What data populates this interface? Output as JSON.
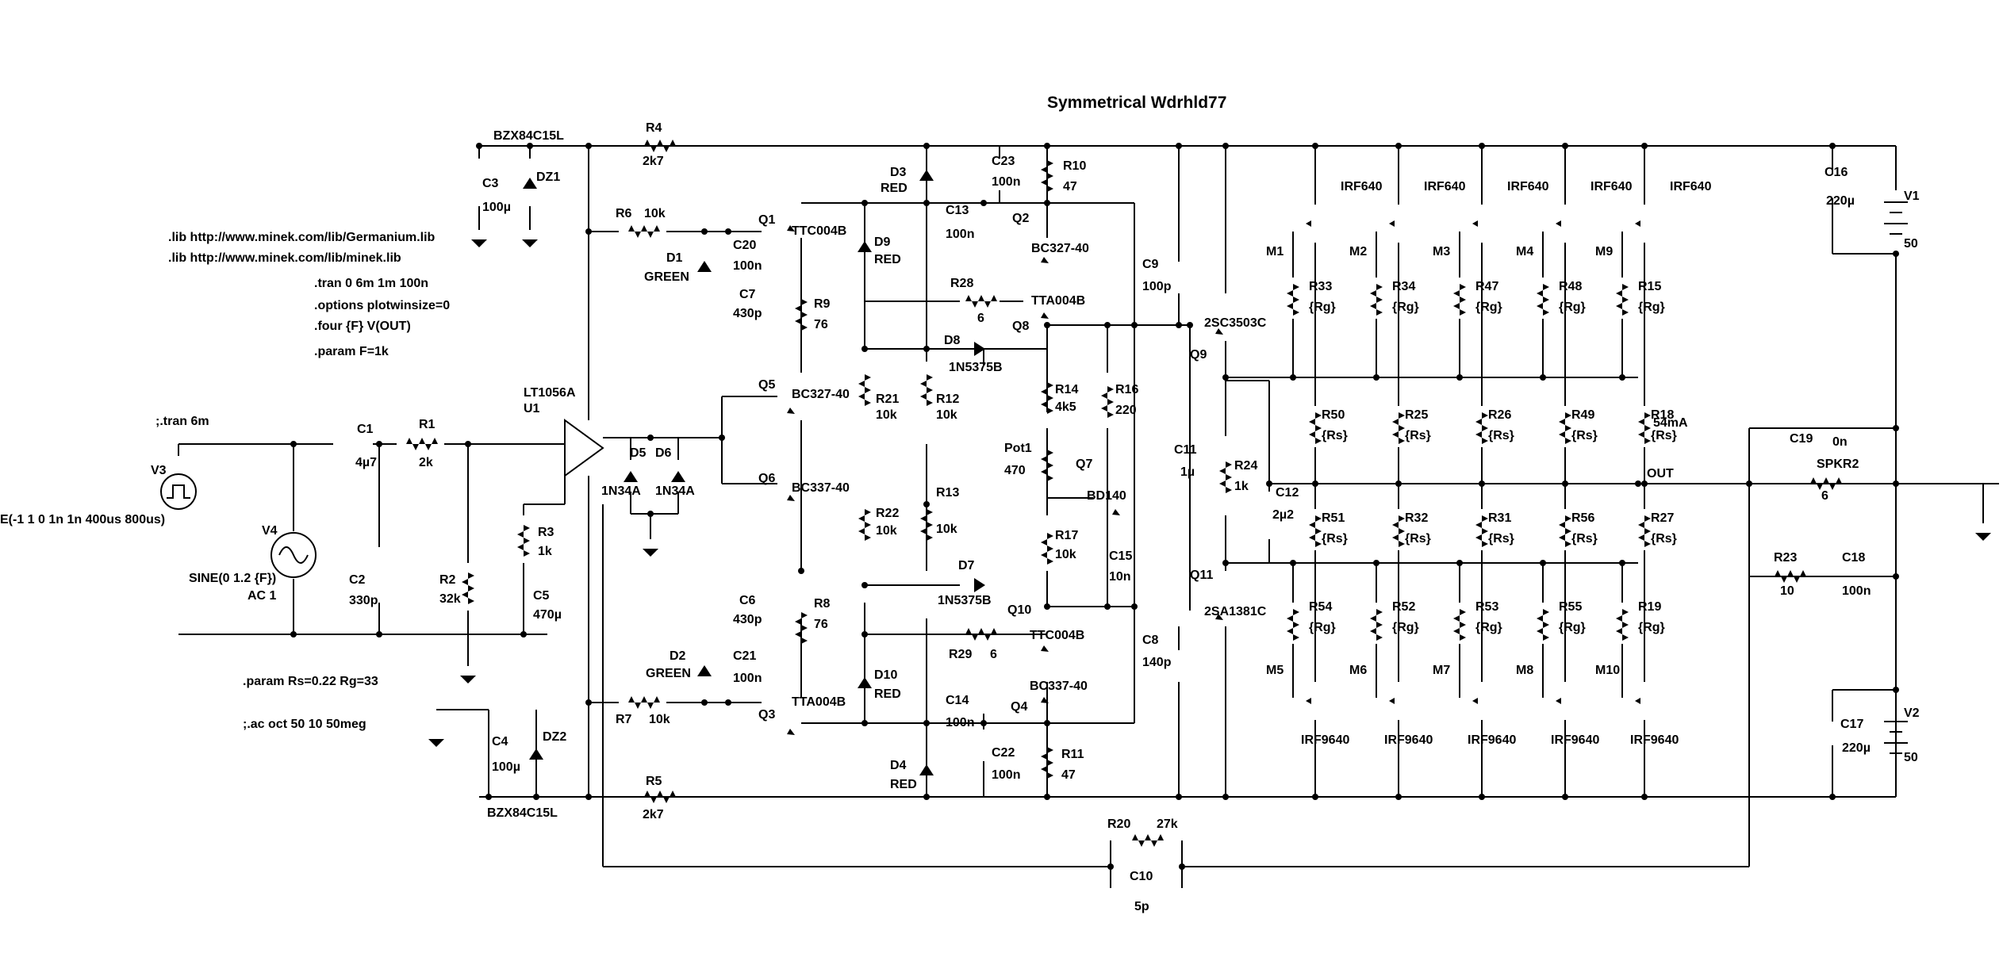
{
  "title": "Symmetrical Wdrhld77",
  "directives": {
    "lib_germanium": ".lib http://www.minek.com/lib/Germanium.lib",
    "lib_minek": ".lib http://www.minek.com/lib/minek.lib",
    "tran": ".tran 0 6m 1m 100n",
    "options": ".options plotwinsize=0",
    "four": ".four {F} V(OUT)",
    "param_f": ".param F=1k",
    "tran_comment": ";.tran 6m",
    "param_rs_rg": ".param Rs=0.22 Rg=33",
    "ac_comment": ";.ac oct 50 10 50meg"
  },
  "sources": {
    "v3_name": "V3",
    "v3_value": "E(-1 1 0 1n 1n 400us 800us)",
    "v4_name": "V4",
    "v4_value": "SINE(0 1.2 {F})",
    "v4_ac": "AC 1",
    "v1_name": "V1",
    "v1_value": "50",
    "v2_name": "V2",
    "v2_value": "50"
  },
  "opamp": {
    "model": "LT1056A",
    "name": "U1"
  },
  "zeners": {
    "dz1_model": "BZX84C15L",
    "dz1_name": "DZ1",
    "dz2_model": "BZX84C15L",
    "dz2_name": "DZ2"
  },
  "resistors": {
    "r1": {
      "name": "R1",
      "value": "2k"
    },
    "r2": {
      "name": "R2",
      "value": "32k"
    },
    "r3": {
      "name": "R3",
      "value": "1k"
    },
    "r4": {
      "name": "R4",
      "value": "2k7"
    },
    "r5": {
      "name": "R5",
      "value": "2k7"
    },
    "r6": {
      "name": "R6",
      "value": "10k"
    },
    "r7": {
      "name": "R7",
      "value": "10k"
    },
    "r8": {
      "name": "R8",
      "value": "76"
    },
    "r9": {
      "name": "R9",
      "value": "76"
    },
    "r10": {
      "name": "R10",
      "value": "47"
    },
    "r11": {
      "name": "R11",
      "value": "47"
    },
    "r12": {
      "name": "R12",
      "value": "10k"
    },
    "r13": {
      "name": "R13",
      "value": "10k"
    },
    "r14": {
      "name": "R14",
      "value": "4k5"
    },
    "r16": {
      "name": "R16",
      "value": "220"
    },
    "r17": {
      "name": "R17",
      "value": "10k"
    },
    "r20": {
      "name": "R20",
      "value": "27k"
    },
    "r21": {
      "name": "R21",
      "value": "10k"
    },
    "r22": {
      "name": "R22",
      "value": "10k"
    },
    "r23": {
      "name": "R23",
      "value": "10"
    },
    "r24": {
      "name": "R24",
      "value": "1k"
    },
    "r28": {
      "name": "R28",
      "value": "6"
    },
    "r29": {
      "name": "R29",
      "value": "6"
    },
    "pot1": {
      "name": "Pot1",
      "value": "470"
    },
    "spkr2": {
      "name": "SPKR2",
      "value": "6"
    }
  },
  "capacitors": {
    "c1": {
      "name": "C1",
      "value": "4µ7"
    },
    "c2": {
      "name": "C2",
      "value": "330p"
    },
    "c3": {
      "name": "C3",
      "value": "100µ"
    },
    "c4": {
      "name": "C4",
      "value": "100µ"
    },
    "c5": {
      "name": "C5",
      "value": "470µ"
    },
    "c6": {
      "name": "C6",
      "value": "430p"
    },
    "c7": {
      "name": "C7",
      "value": "430p"
    },
    "c8": {
      "name": "C8",
      "value": "140p"
    },
    "c9": {
      "name": "C9",
      "value": "100p"
    },
    "c10": {
      "name": "C10",
      "value": "5p"
    },
    "c11": {
      "name": "C11",
      "value": "1µ"
    },
    "c12": {
      "name": "C12",
      "value": "2µ2"
    },
    "c13": {
      "name": "C13",
      "value": "100n"
    },
    "c14": {
      "name": "C14",
      "value": "100n"
    },
    "c15": {
      "name": "C15",
      "value": "10n"
    },
    "c16": {
      "name": "C16",
      "value": "220µ"
    },
    "c17": {
      "name": "C17",
      "value": "220µ"
    },
    "c18": {
      "name": "C18",
      "value": "100n"
    },
    "c19": {
      "name": "C19",
      "value": "0n"
    },
    "c20": {
      "name": "C20",
      "value": "100n"
    },
    "c21": {
      "name": "C21",
      "value": "100n"
    },
    "c22": {
      "name": "C22",
      "value": "100n"
    },
    "c23": {
      "name": "C23",
      "value": "100n"
    }
  },
  "diodes": {
    "d1": {
      "name": "D1",
      "value": "GREEN"
    },
    "d2": {
      "name": "D2",
      "value": "GREEN"
    },
    "d3": {
      "name": "D3",
      "value": "RED"
    },
    "d4": {
      "name": "D4",
      "value": "RED"
    },
    "d9": {
      "name": "D9",
      "value": "RED"
    },
    "d10": {
      "name": "D10",
      "value": "RED"
    },
    "d5": {
      "name": "D5",
      "value": "1N34A"
    },
    "d6": {
      "name": "D6",
      "value": "1N34A"
    },
    "d7": {
      "name": "D7",
      "value": "1N5375B"
    },
    "d8": {
      "name": "D8",
      "value": "1N5375B"
    }
  },
  "transistors": {
    "q1": {
      "name": "Q1",
      "value": "TTC004B"
    },
    "q2": {
      "name": "Q2",
      "value": "BC327-40"
    },
    "q3": {
      "name": "Q3",
      "value": "TTA004B"
    },
    "q4": {
      "name": "Q4",
      "value": "BC337-40"
    },
    "q5": {
      "name": "Q5",
      "value": "BC327-40"
    },
    "q6": {
      "name": "Q6",
      "value": "BC337-40"
    },
    "q7": {
      "name": "Q7",
      "value": "BD140"
    },
    "q8": {
      "name": "Q8",
      "value": "TTA004B"
    },
    "q9": {
      "name": "Q9",
      "value": "2SC3503C"
    },
    "q10": {
      "name": "Q10",
      "value": "TTC004B"
    },
    "q11": {
      "name": "Q11",
      "value": "2SA1381C"
    }
  },
  "mosfets_top": [
    {
      "name": "M1",
      "model": "IRF640",
      "rg_name": "R33",
      "rg_value": "{Rg}",
      "rs_name": "R50",
      "rs_value": "{Rs}"
    },
    {
      "name": "M2",
      "model": "IRF640",
      "rg_name": "R34",
      "rg_value": "{Rg}",
      "rs_name": "R25",
      "rs_value": "{Rs}"
    },
    {
      "name": "M3",
      "model": "IRF640",
      "rg_name": "R47",
      "rg_value": "{Rg}",
      "rs_name": "R26",
      "rs_value": "{Rs}"
    },
    {
      "name": "M4",
      "model": "IRF640",
      "rg_name": "R48",
      "rg_value": "{Rg}",
      "rs_name": "R49",
      "rs_value": "{Rs}"
    },
    {
      "name": "M9",
      "model": "IRF640",
      "rg_name": "R15",
      "rg_value": "{Rg}",
      "rs_name": "R18",
      "rs_value": "{Rs}"
    }
  ],
  "mosfets_bottom": [
    {
      "name": "M5",
      "model": "IRF9640",
      "rg_name": "R54",
      "rg_value": "{Rg}",
      "rs_name": "R51",
      "rs_value": "{Rs}"
    },
    {
      "name": "M6",
      "model": "IRF9640",
      "rg_name": "R52",
      "rg_value": "{Rg}",
      "rs_name": "R32",
      "rs_value": "{Rs}"
    },
    {
      "name": "M7",
      "model": "IRF9640",
      "rg_name": "R53",
      "rg_value": "{Rg}",
      "rs_name": "R31",
      "rs_value": "{Rs}"
    },
    {
      "name": "M8",
      "model": "IRF9640",
      "rg_name": "R55",
      "rg_value": "{Rg}",
      "rs_name": "R56",
      "rs_value": "{Rs}"
    },
    {
      "name": "M10",
      "model": "IRF9640",
      "rg_name": "R19",
      "rg_value": "{Rg}",
      "rs_name": "R27",
      "rs_value": "{Rs}"
    }
  ],
  "annotations": {
    "current": "54mA",
    "out_net": "OUT"
  }
}
